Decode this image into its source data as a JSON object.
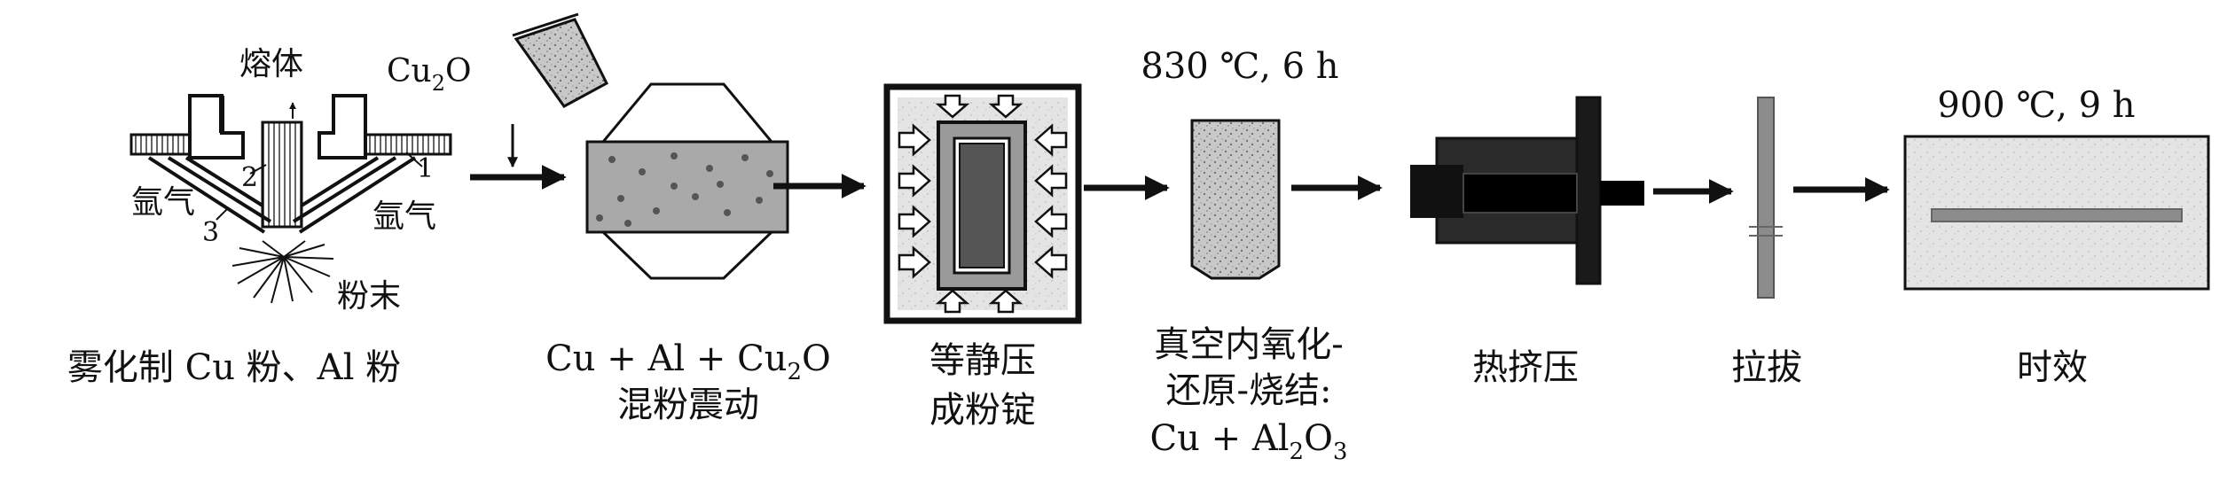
{
  "figure_type": "process-flow diagram",
  "steps": [
    {
      "id": "atomization",
      "caption": "雾化制 Cu 粉、Al 粉",
      "labels": {
        "melt": "熔体",
        "cu2o_base": "Cu",
        "cu2o_sub": "2",
        "cu2o_tail": "O",
        "argon_left": "氩气",
        "argon_right": "氩气",
        "powder": "粉末",
        "num1": "1",
        "num2": "2",
        "num3": "3"
      }
    },
    {
      "id": "mixing",
      "caption_line1_a": "Cu + Al + Cu",
      "caption_line1_sub": "2",
      "caption_line1_b": "O",
      "caption_line2": "混粉震动"
    },
    {
      "id": "isostatic",
      "caption_line1": "等静压",
      "caption_line2": "成粉锭"
    },
    {
      "id": "sintering",
      "condition": "830 ℃, 6 h",
      "caption_line1": "真空内氧化-",
      "caption_line2": "还原-烧结:",
      "caption_line3_a": "Cu + Al",
      "caption_line3_sub1": "2",
      "caption_line3_b": "O",
      "caption_line3_sub2": "3"
    },
    {
      "id": "extrusion",
      "caption": "热挤压"
    },
    {
      "id": "drawing",
      "caption": "拉拔"
    },
    {
      "id": "aging",
      "condition": "900 ℃, 9 h",
      "caption": "时效"
    }
  ],
  "colors": {
    "stroke": "#111111",
    "powder_gray": "#a9a9a9",
    "dot_dark": "#555555",
    "rod_gray": "#8c8c8c"
  }
}
